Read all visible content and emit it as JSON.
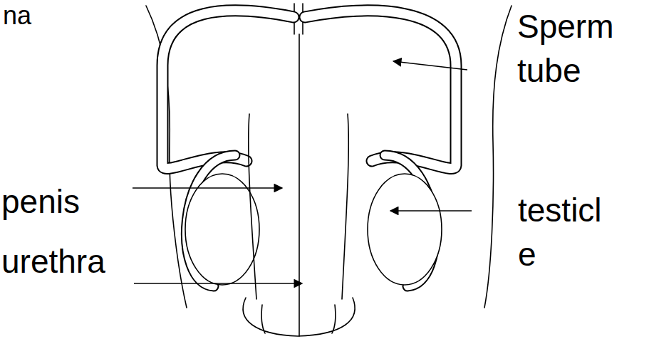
{
  "diagram": {
    "labels": [
      "na",
      "Sperm tube",
      "penis",
      "testicl e",
      "urethra"
    ]
  }
}
